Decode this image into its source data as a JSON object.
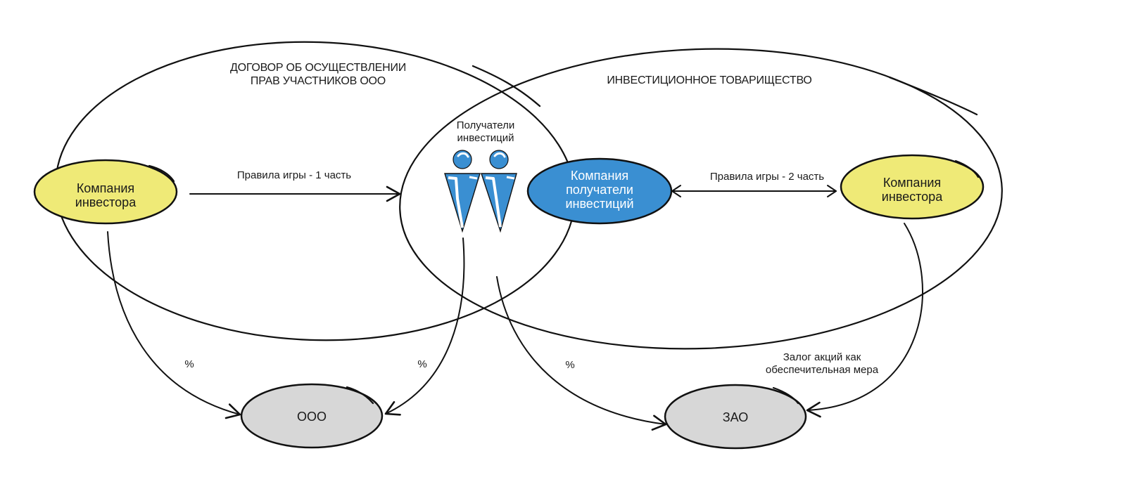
{
  "groups": {
    "contract": "ДОГОВОР ОБ ОСУЩЕСТВЛЕНИИ\nПРАВ УЧАСТНИКОВ ООО",
    "partnership": "ИНВЕСТИЦИОННОЕ ТОВАРИЩЕСТВО"
  },
  "nodes": {
    "investor_left": "Компания\nинвестора",
    "recipients_people": "Получатели\nинвестиций",
    "recipient_company": "Компания\nполучатели\nинвестиций",
    "investor_right": "Компания\nинвестора",
    "ooo": "ООО",
    "zao": "ЗАО"
  },
  "edges": {
    "rules_part1": "Правила игры - 1 часть",
    "rules_part2": "Правила игры - 2 часть",
    "percent_left": "%",
    "percent_middle": "%",
    "percent_right": "%",
    "pledge": "Залог акций как\nобеспечительная мера"
  },
  "colors": {
    "yellow": "#EFEA77",
    "blue": "#3A8FD2",
    "gray": "#D7D7D7",
    "stroke": "#111111"
  }
}
